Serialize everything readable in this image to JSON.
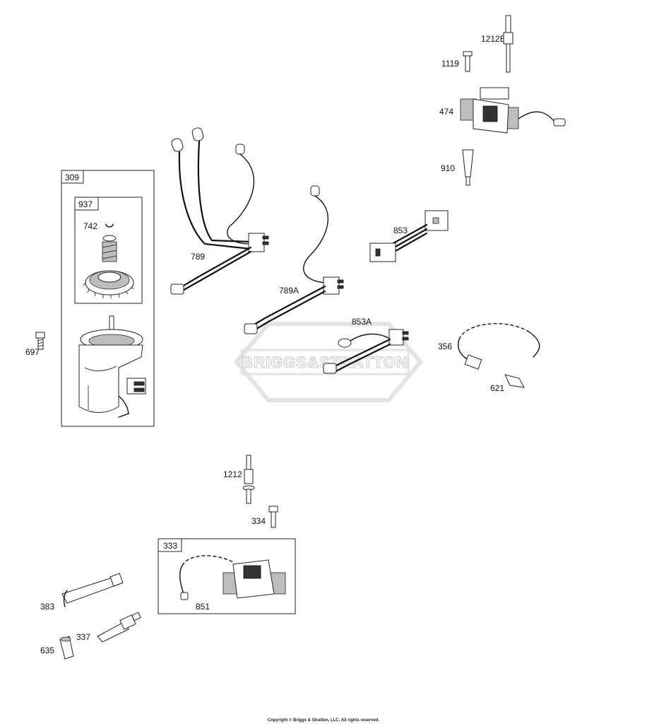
{
  "watermark": "BRIGGS&STRATTON",
  "copyright": "Copyright © Briggs & Stratton, LLC. All rights reserved.",
  "boxes": {
    "box_309": "309",
    "box_937": "937",
    "box_333": "333"
  },
  "labels": {
    "p1212B": "1212B",
    "p1119": "1119",
    "p474": "474",
    "p910": "910",
    "p789": "789",
    "p789A": "789A",
    "p853": "853",
    "p853A": "853A",
    "p356": "356",
    "p621": "621",
    "p742": "742",
    "p697": "697",
    "p1212": "1212",
    "p334": "334",
    "p851": "851",
    "p383": "383",
    "p337": "337",
    "p635": "635"
  }
}
